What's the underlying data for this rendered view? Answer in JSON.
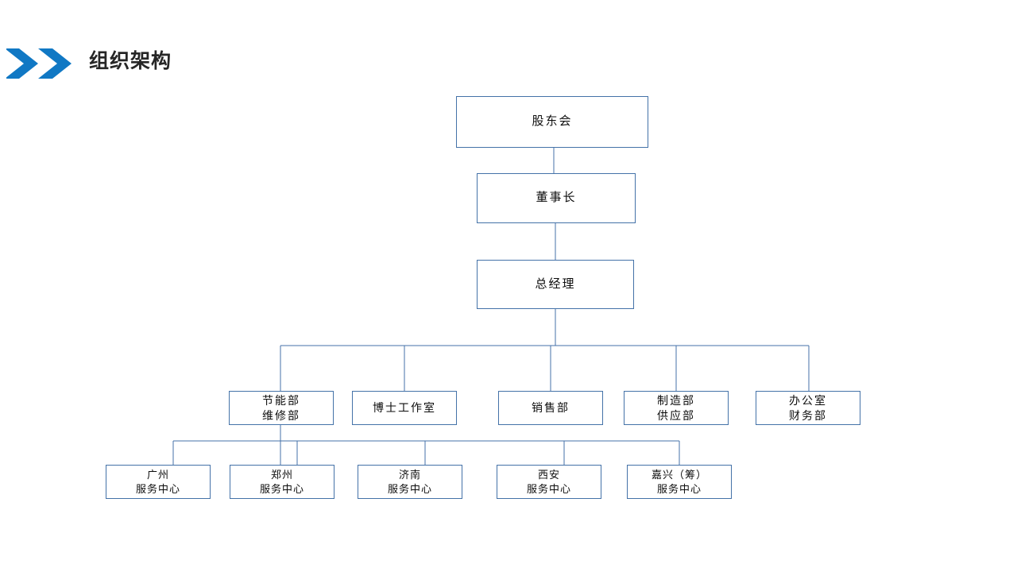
{
  "header": {
    "title": "组织架构",
    "icon": "double-chevron-right-icon",
    "accent_color": "#1078C4",
    "title_color": "#262626"
  },
  "chart": {
    "border_color": "#4472A8",
    "connector_color": "#4472A8",
    "background": "#FFFFFF",
    "nodes": {
      "shareholders": {
        "label": "股东会"
      },
      "chairman": {
        "label": "董事长"
      },
      "general_manager": {
        "label": "总经理"
      }
    },
    "departments": [
      {
        "line1": "节能部",
        "line2": "维修部"
      },
      {
        "line1": "博士工作室",
        "line2": ""
      },
      {
        "line1": "销售部",
        "line2": ""
      },
      {
        "line1": "制造部",
        "line2": "供应部"
      },
      {
        "line1": "办公室",
        "line2": "财务部"
      }
    ],
    "service_centers": [
      {
        "line1": "广州",
        "line2": "服务中心"
      },
      {
        "line1": "郑州",
        "line2": "服务中心"
      },
      {
        "line1": "济南",
        "line2": "服务中心"
      },
      {
        "line1": "西安",
        "line2": "服务中心"
      },
      {
        "line1": "嘉兴（筹）",
        "line2": "服务中心"
      }
    ]
  }
}
